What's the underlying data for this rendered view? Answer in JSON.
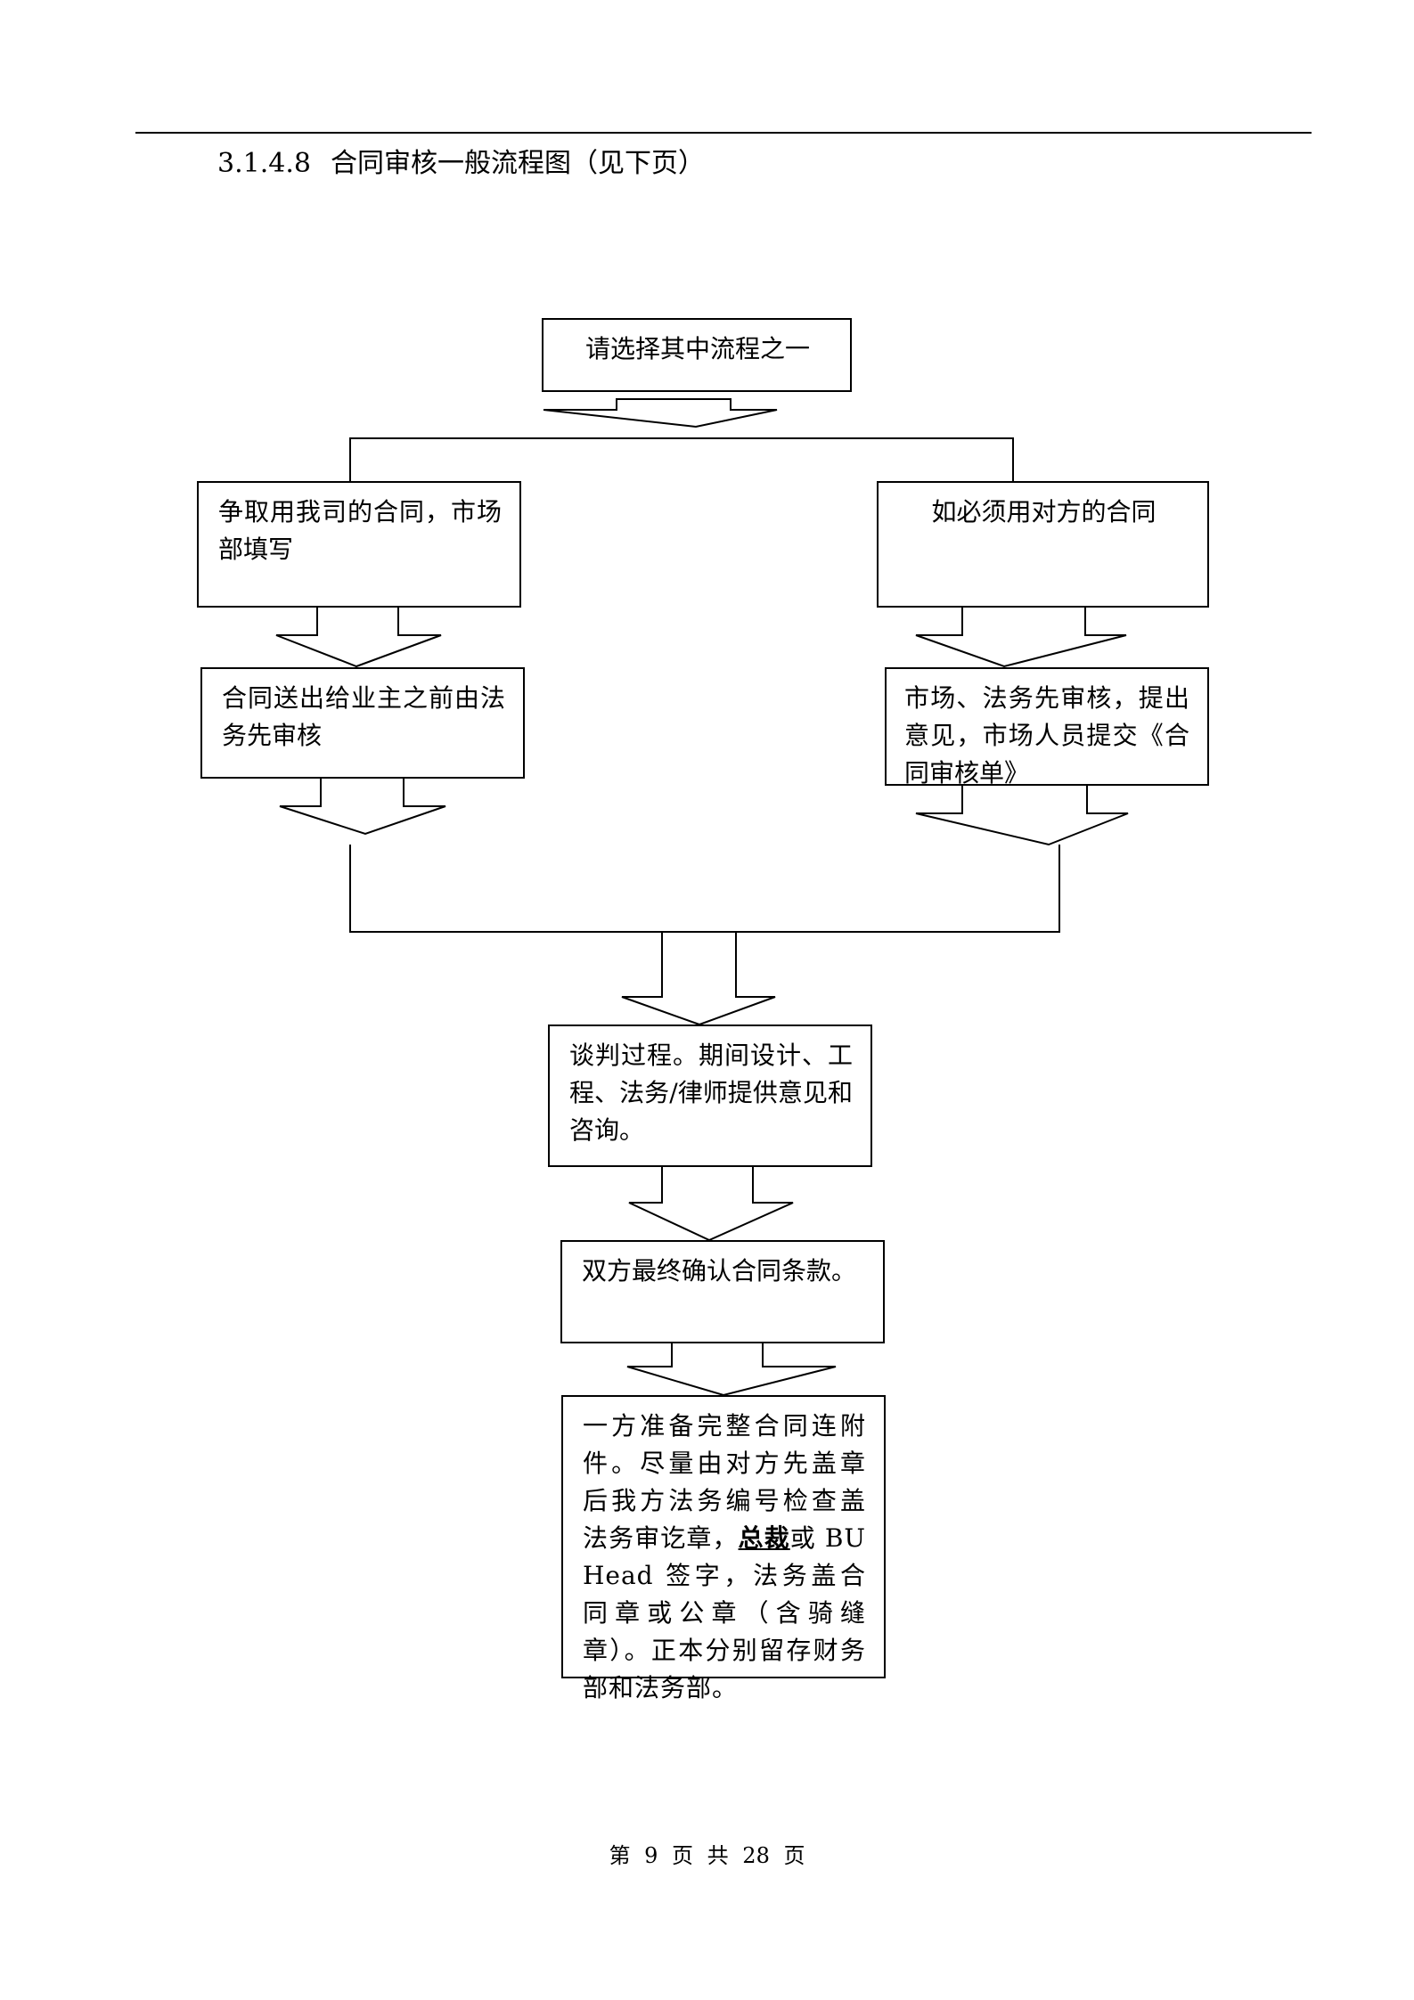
{
  "section": {
    "number": "3.1.4.8",
    "title": "合同审核一般流程图（见下页）"
  },
  "flow": {
    "start": "请选择其中流程之一",
    "left_1": "争取用我司的合同，市场部填写",
    "left_2": "合同送出给业主之前由法务先审核",
    "right_1": "如必须用对方的合同",
    "right_2": "市场、法务先审核，提出意见，市场人员提交《合同审核单》",
    "negotiate": "谈判过程。期间设计、工程、法务/律师提供意见和咨询。",
    "confirm": "双方最终确认合同条款。",
    "final": {
      "part1": "一方准备完整合同连附件。尽量由对方先盖章后我方法务编号检查盖法务审讫章，",
      "emph": "总裁",
      "part2": "或 BU Head 签字，法务盖合同章或公章（含骑缝章）。正本分别留存财务部和法务部。"
    }
  },
  "footer": {
    "page_text": "第 9 页 共 28 页"
  }
}
